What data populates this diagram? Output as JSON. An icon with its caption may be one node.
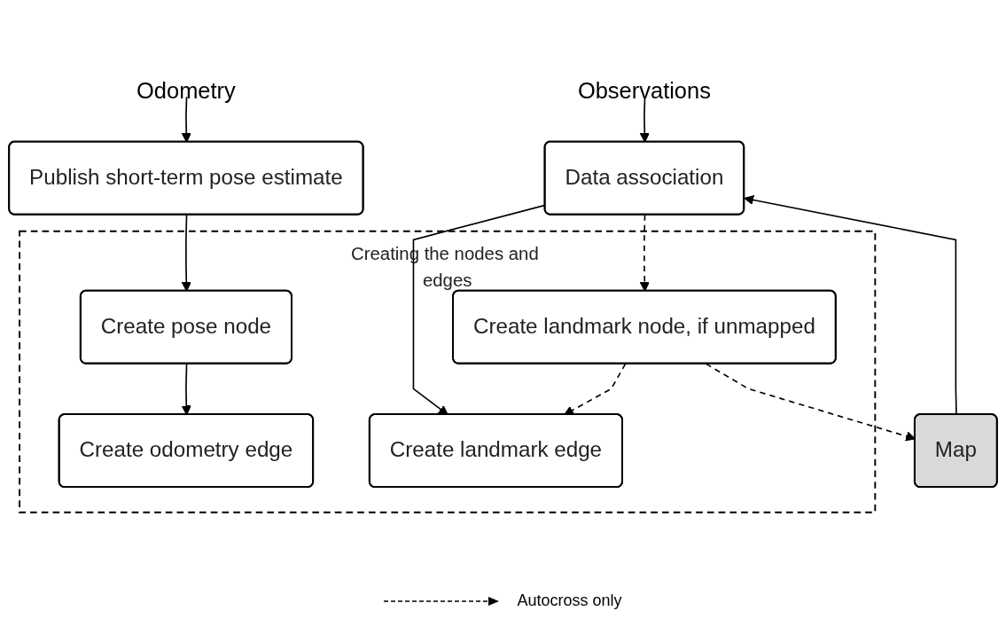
{
  "diagram": {
    "nodes": [
      {
        "text": [
          "Odometry"
        ]
      },
      {
        "text": [
          "Observations"
        ]
      },
      {
        "text": [
          "Publish short-term pose estimate"
        ]
      },
      {
        "text": [
          "Data association"
        ]
      },
      {
        "text": [
          "Map"
        ]
      },
      {
        "text": [
          "Creating the nodes and edges"
        ]
      },
      {
        "text": [
          "Create pose node"
        ],
        "in": 5
      },
      {
        "text": [
          "Create landmark node, if unmapped"
        ],
        "in": 5
      },
      {
        "text": [
          "Create odometry edge"
        ],
        "in": 5
      },
      {
        "text": [
          "Create landmark edge"
        ],
        "in": 5
      }
    ],
    "edges": [
      {
        "from": 0,
        "to": 2,
        "arrow": "to"
      },
      {
        "from": 1,
        "to": 3,
        "arrow": "to"
      },
      {
        "from": 4,
        "to": 3,
        "arrow": "to"
      },
      {
        "from": 2,
        "to": 6,
        "arrow": "to"
      },
      {
        "from": 3,
        "to": 7,
        "arrow": "to",
        "style": "dashed"
      },
      {
        "from": 3,
        "to": 9,
        "arrow": "to"
      },
      {
        "from": 7,
        "to": 4,
        "arrow": "to",
        "style": "dashed"
      },
      {
        "from": 6,
        "to": 8,
        "arrow": "to"
      },
      {
        "from": 7,
        "to": 9,
        "arrow": "to",
        "style": "dashed"
      }
    ],
    "legend": [
      {
        "text": "Autocross only"
      }
    ]
  }
}
